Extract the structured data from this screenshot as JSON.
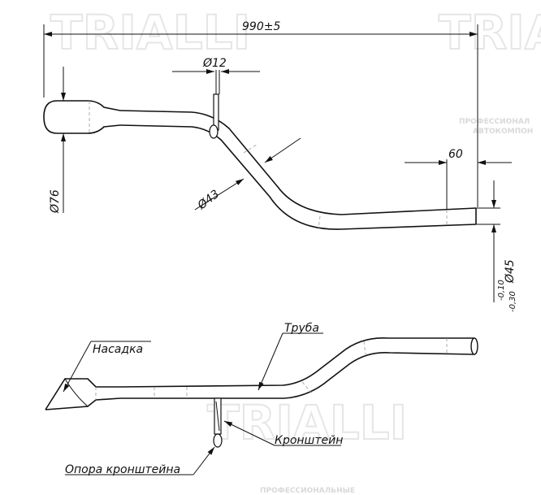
{
  "watermark": {
    "brand": "TRIALLI",
    "tagline_1": "ПРОФЕССИОНАЛ",
    "tagline_2": "АВТОКОМПОН",
    "tagline_3": "ПРОФЕССИОНАЛЬНЫЕ"
  },
  "dimensions": {
    "overall_length": "990±5",
    "bracket_diameter": "Ø12",
    "inlet_diameter": "Ø76",
    "tube_diameter": "Ø43",
    "end_length": "60",
    "outlet_diameter": "Ø45",
    "outlet_tol_upper": "-0,10",
    "outlet_tol_lower": "-0,30"
  },
  "labels": {
    "tip": "Насадка",
    "pipe": "Труба",
    "bracket": "Кронштейн",
    "bracket_support": "Опора кронштейна"
  }
}
